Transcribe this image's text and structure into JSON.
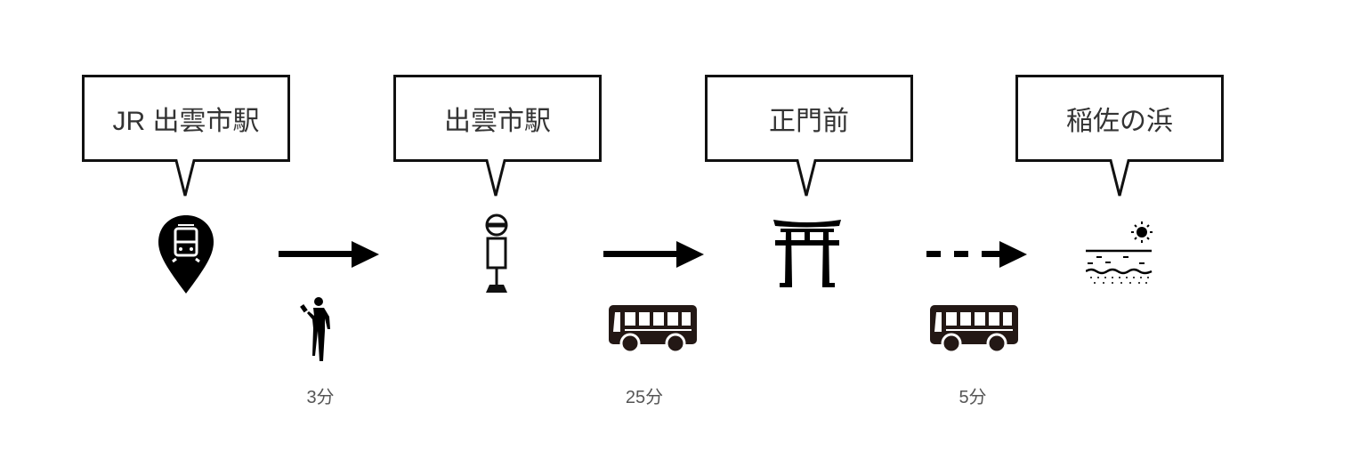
{
  "stops": [
    {
      "name": "JR 出雲市駅",
      "icon": "train-pin-icon"
    },
    {
      "name": "出雲市駅",
      "icon": "bus-stop-icon"
    },
    {
      "name": "正門前",
      "icon": "torii-icon"
    },
    {
      "name": "稲佐の浜",
      "icon": "beach-sunset-icon"
    }
  ],
  "legs": [
    {
      "mode": "walk",
      "icon": "walking-person-icon",
      "arrow": "solid",
      "time": "3分"
    },
    {
      "mode": "bus",
      "icon": "bus-icon",
      "arrow": "solid",
      "time": "25分"
    },
    {
      "mode": "bus",
      "icon": "bus-icon",
      "arrow": "dashed",
      "time": "5分"
    }
  ]
}
